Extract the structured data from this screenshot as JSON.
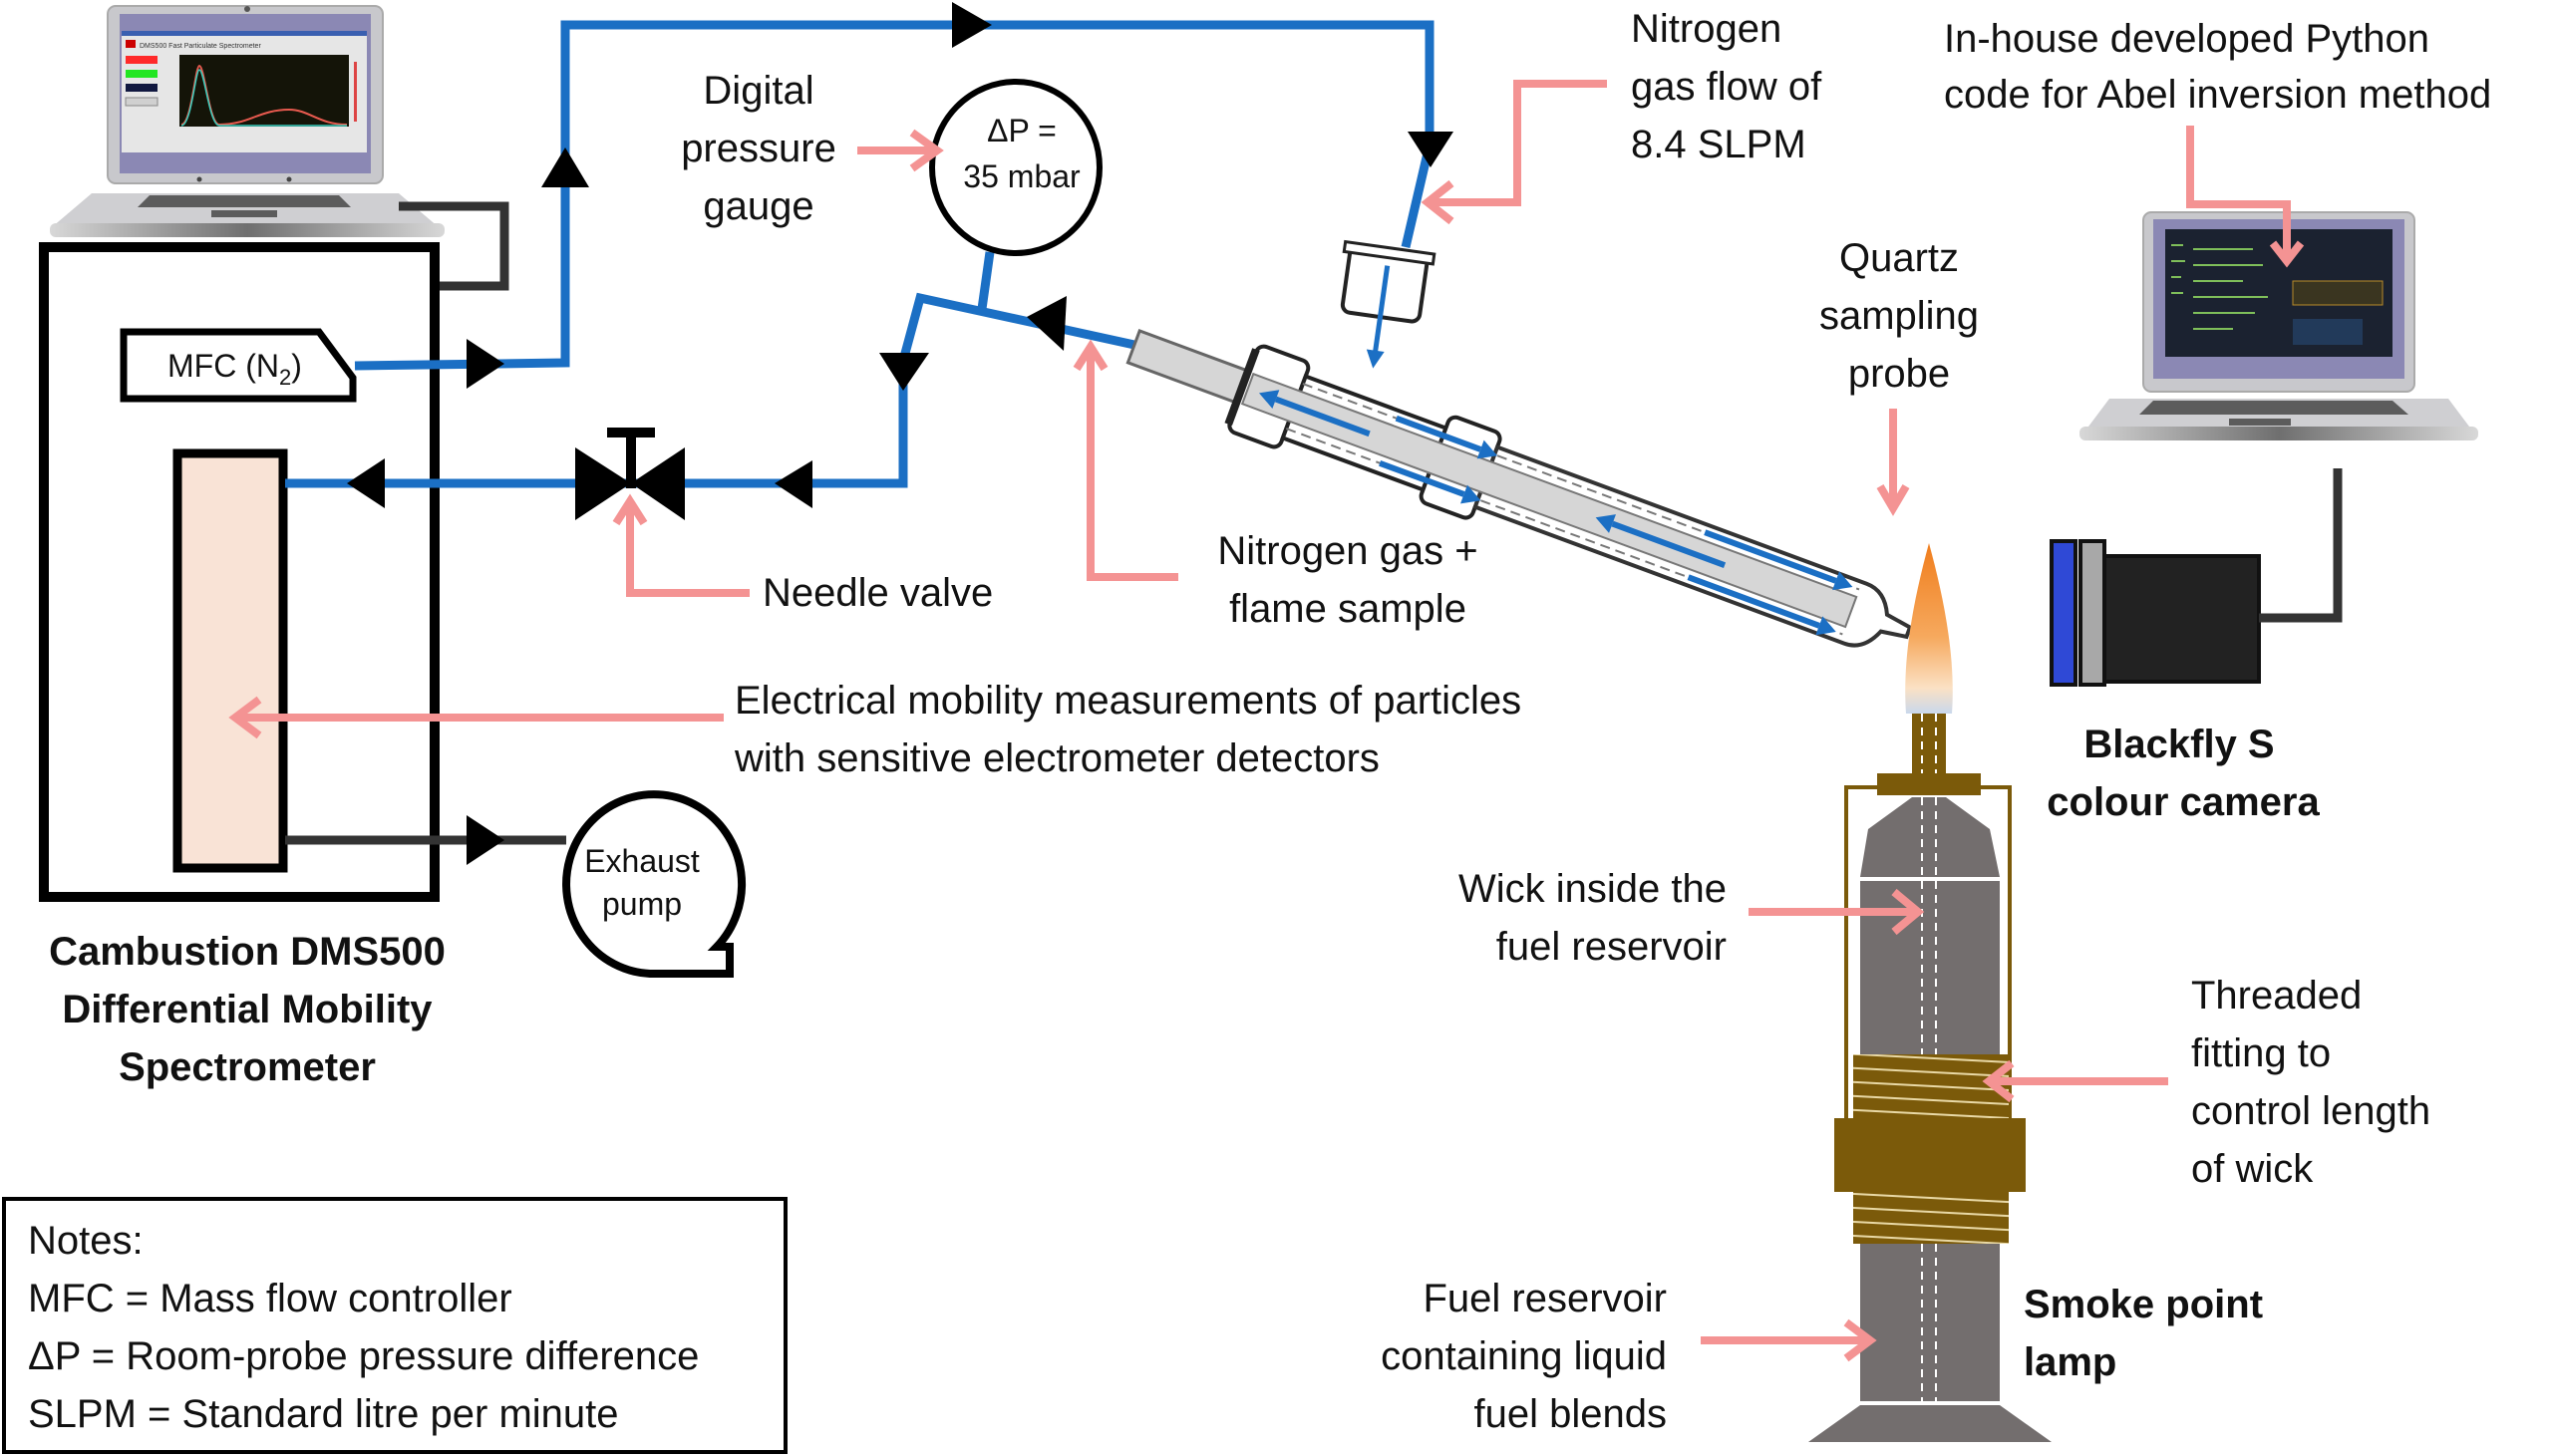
{
  "colors": {
    "pipe_blue": "#1b6fc4",
    "pointer_pink": "#f49393",
    "detector_fill": "#f9e3d6",
    "brass": "#7b5a0a",
    "lamp_grey": "#736e6e",
    "flame_orange": "#f08528",
    "camera_lens_blue": "#2f49d6",
    "camera_body": "#222222",
    "laptop_screen": "#8b88b4"
  },
  "laptop_left": {
    "screen_title": "DMS500 Fast Particulate Spectrometer",
    "icon": "laptop-icon"
  },
  "laptop_right": {
    "icon": "laptop-icon",
    "screen": "code-editor"
  },
  "dms": {
    "mfc_label": "MFC (N",
    "mfc_sub": "2",
    "mfc_close": ")",
    "caption_lines": [
      "Cambustion DMS500",
      "Differential Mobility",
      "Spectrometer"
    ]
  },
  "gauge": {
    "line1": "ΔP =",
    "line2": "35 mbar",
    "label_lines": [
      "Digital",
      "pressure",
      "gauge"
    ]
  },
  "labels": {
    "nitrogen_flow": [
      "Nitrogen",
      "gas flow of",
      "8.4 SLPM"
    ],
    "python_code": [
      "In-house developed Python",
      "code for Abel inversion method"
    ],
    "quartz_probe": [
      "Quartz",
      "sampling",
      "probe"
    ],
    "needle_valve": "Needle valve",
    "sample_flow": [
      "Nitrogen gas +",
      "flame sample"
    ],
    "electrical": [
      "Electrical mobility measurements of particles",
      "with sensitive electrometer detectors"
    ],
    "exhaust_pump": [
      "Exhaust",
      "pump"
    ],
    "camera": [
      "Blackfly S",
      "colour camera"
    ],
    "wick": [
      "Wick inside the",
      "fuel reservoir"
    ],
    "threaded": [
      "Threaded",
      "fitting to",
      "control length",
      "of wick"
    ],
    "fuel_reservoir": [
      "Fuel reservoir",
      "containing liquid",
      "fuel blends"
    ],
    "lamp": [
      "Smoke point",
      "lamp"
    ]
  },
  "notes": {
    "title": "Notes:",
    "lines": [
      "MFC = Mass flow controller",
      "ΔP = Room-probe pressure difference",
      "SLPM = Standard litre per minute"
    ]
  }
}
